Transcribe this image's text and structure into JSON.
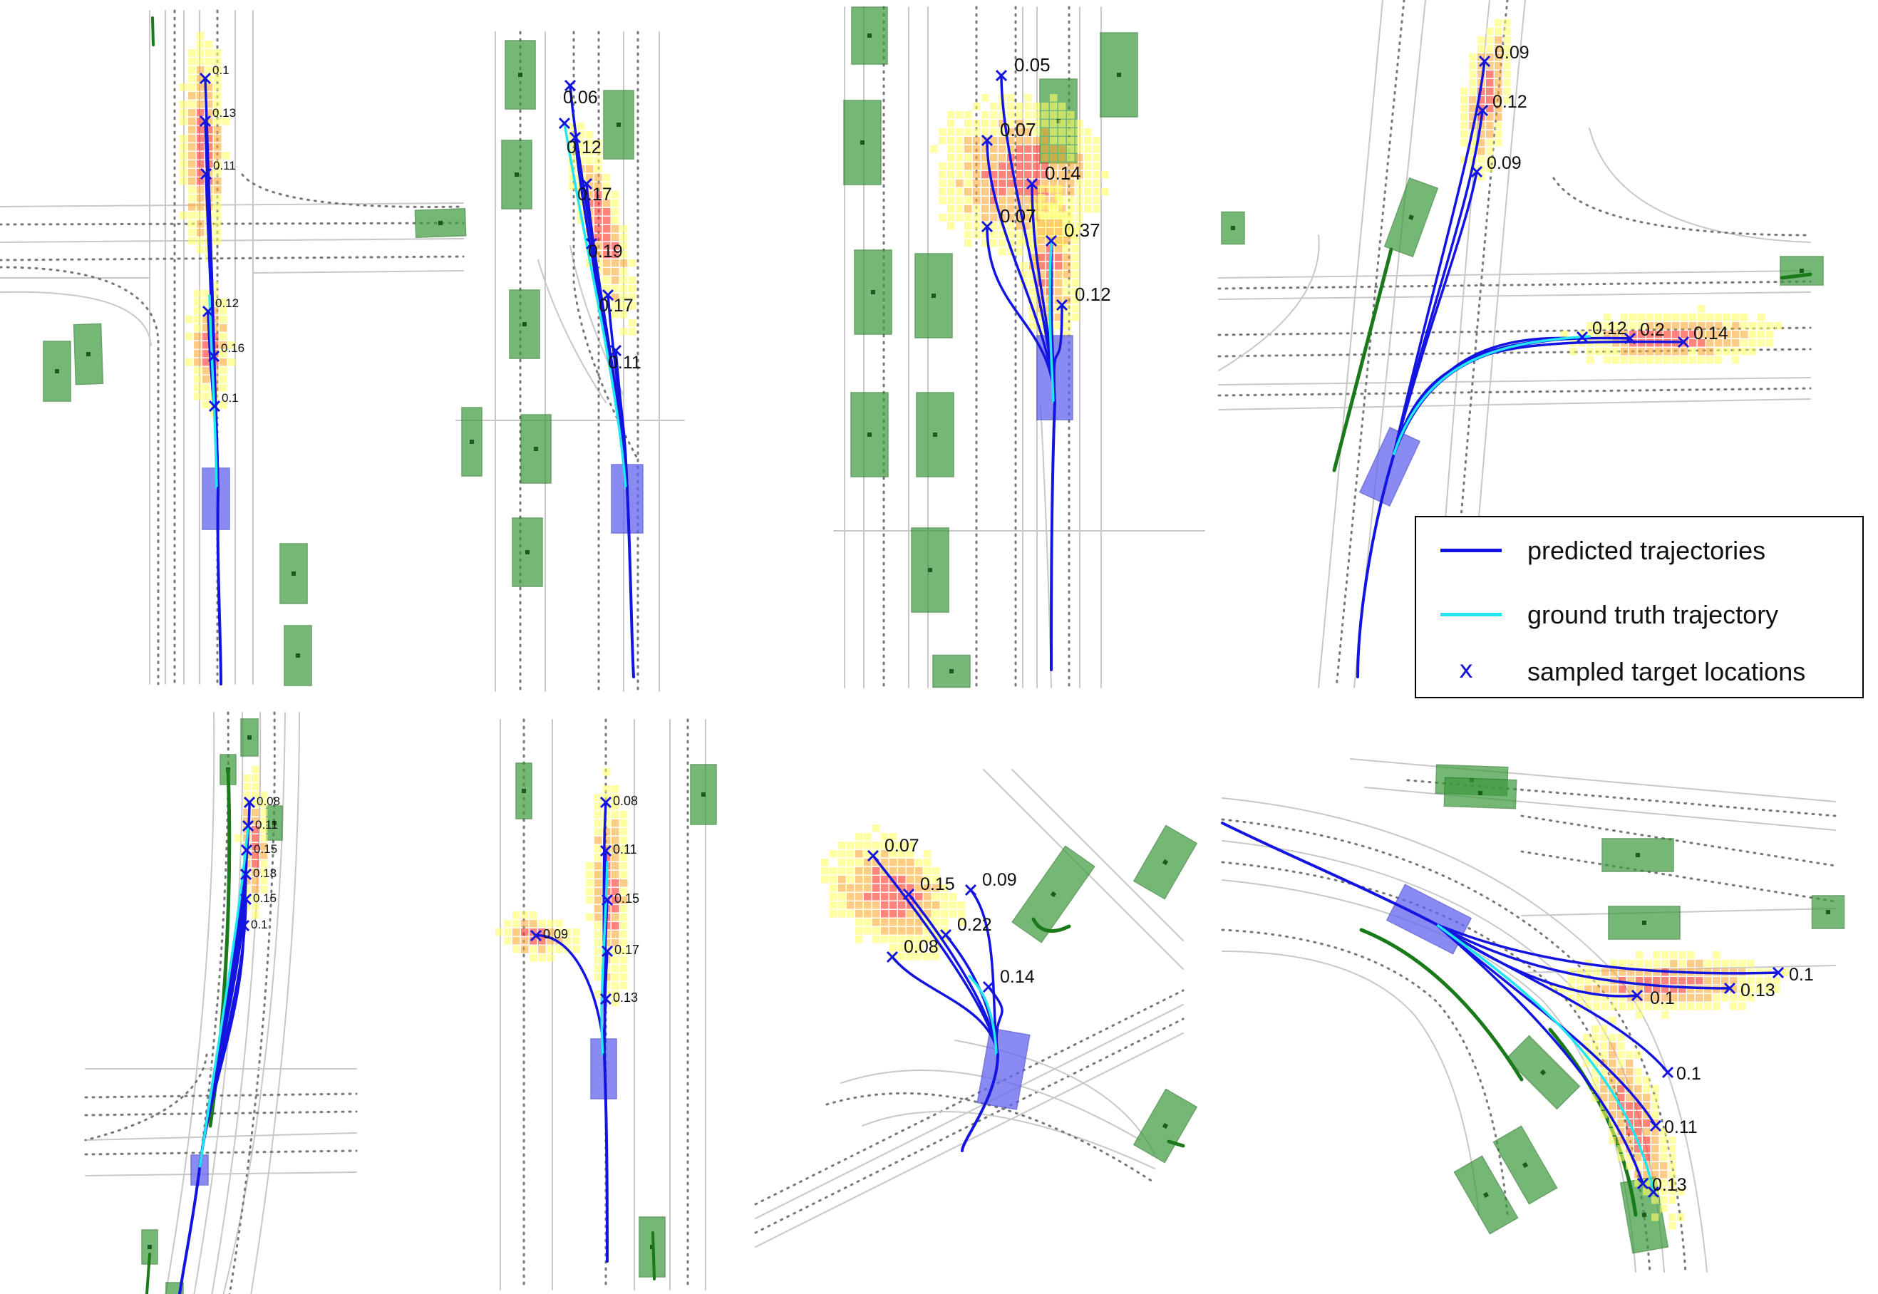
{
  "legend": {
    "predicted": "predicted trajectories",
    "ground_truth": "ground truth trajectory",
    "targets": "sampled target locations",
    "target_marker": "x"
  },
  "colors": {
    "predicted": "#1414e0",
    "ground_truth": "#22e6f0",
    "agent": "#6464f0",
    "vehicle": "#3c9a3c",
    "other_path": "#1a7a1a",
    "heat_low": "#ffff66",
    "heat_mid": "#ffaa33",
    "heat_high": "#ff3322",
    "lane": "#c8c8c8",
    "lane_center": "#777777"
  },
  "panels": [
    {
      "id": "p1",
      "labels": [
        "0.1",
        "0.13",
        "0.11",
        "0.12",
        "0.16",
        "0.1"
      ]
    },
    {
      "id": "p2",
      "labels": [
        "0.06",
        "0.12",
        "0.17",
        "0.19",
        "0.17",
        "0.11"
      ]
    },
    {
      "id": "p3",
      "labels": [
        "0.05",
        "0.07",
        "0.14",
        "0.07",
        "0.37",
        "0.12"
      ]
    },
    {
      "id": "p4",
      "labels": [
        "0.09",
        "0.12",
        "0.09",
        "0.12",
        "0.2",
        "0.14"
      ]
    },
    {
      "id": "p5",
      "labels": [
        "0.08",
        "0.11",
        "0.15",
        "0.18",
        "0.15",
        "0.1"
      ]
    },
    {
      "id": "p6",
      "labels": [
        "0.08",
        "0.11",
        "0.15",
        "0.17",
        "0.13",
        "0.09"
      ]
    },
    {
      "id": "p7",
      "labels": [
        "0.07",
        "0.15",
        "0.09",
        "0.22",
        "0.08",
        "0.14"
      ]
    },
    {
      "id": "p8",
      "labels": [
        "0.1",
        "0.13",
        "0.1",
        "0.11",
        "0.13",
        "0.1"
      ]
    }
  ]
}
